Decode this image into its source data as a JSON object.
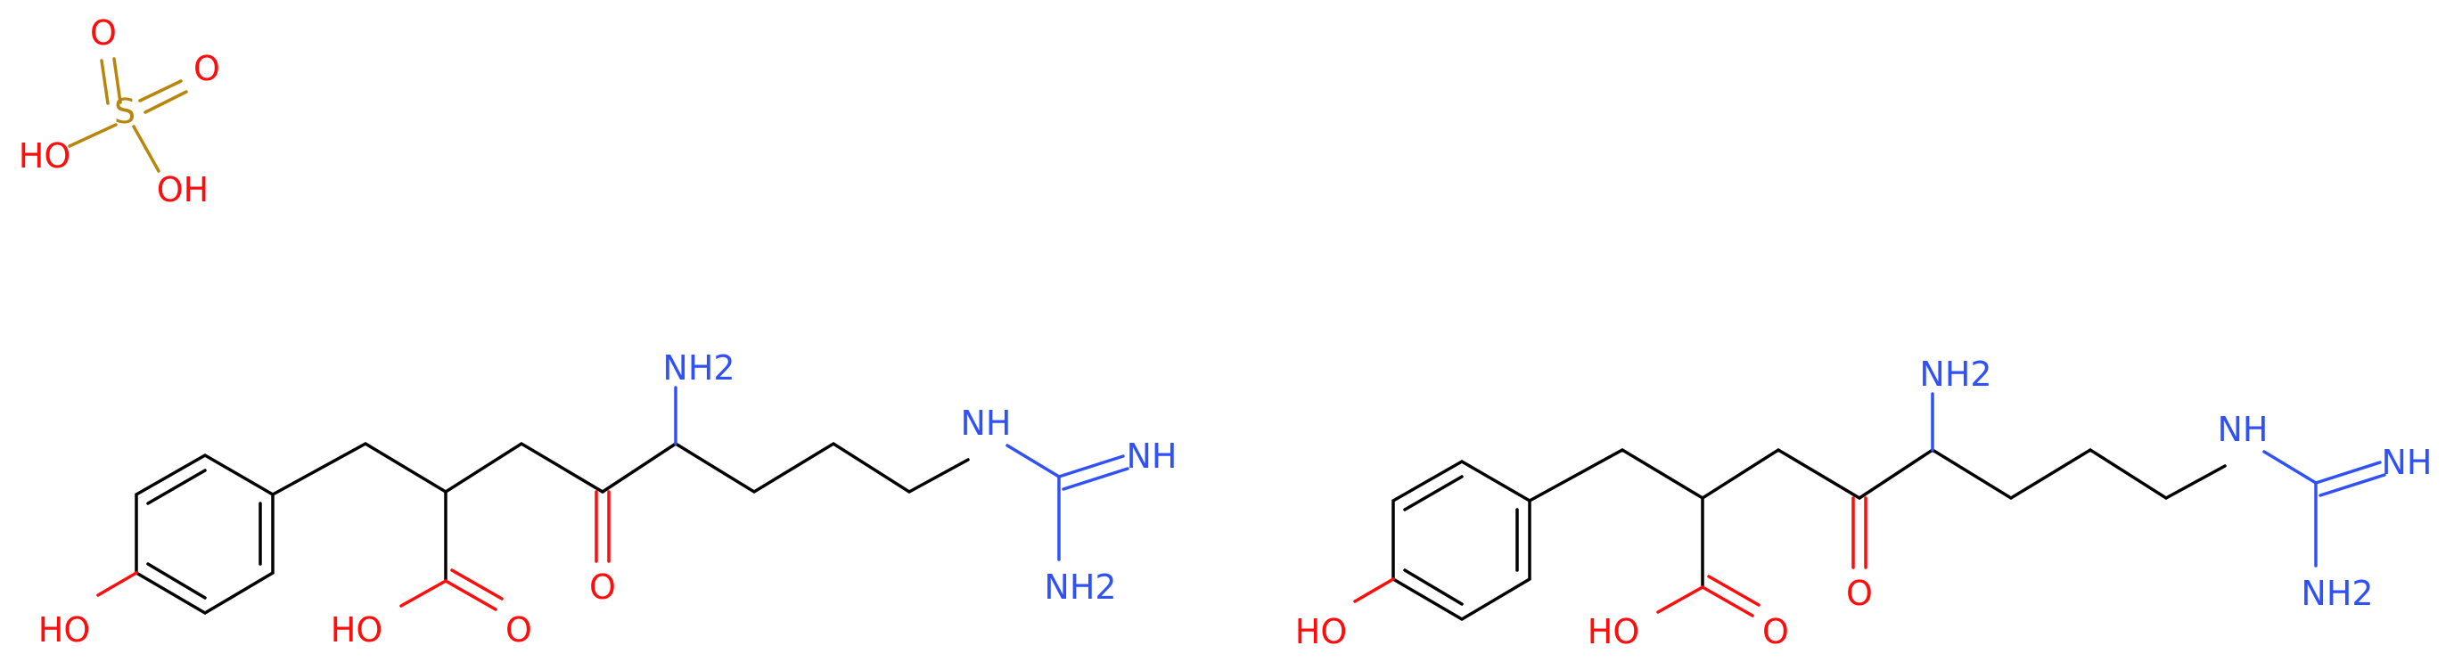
{
  "colors": {
    "bond": "#000000",
    "oxygen": "#ff0d0d",
    "nitrogen": "#3050f8",
    "sulfur": "#b8860b",
    "background": "#ffffff"
  },
  "sulfuric_acid": {
    "S": "S",
    "O1": "O",
    "O2": "O",
    "OH1": "HO",
    "OH2": "OH"
  },
  "molecule_a": {
    "amine": "NH2",
    "imine_nh": "NH",
    "imine": "NH",
    "guan_nh2": "NH2",
    "ketone_o": "O",
    "acid_oh": "HO",
    "acid_o": "O",
    "phenol": "HO"
  },
  "molecule_b": {
    "amine": "NH2",
    "imine_nh": "NH",
    "imine": "NH",
    "guan_nh2": "NH2",
    "ketone_o": "O",
    "acid_oh": "HO",
    "acid_o": "O",
    "phenol": "HO"
  }
}
